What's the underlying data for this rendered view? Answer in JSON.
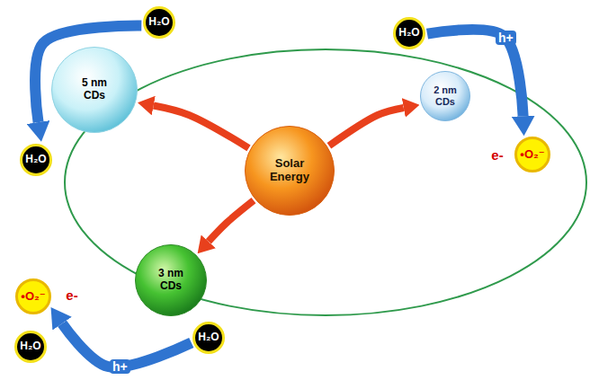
{
  "diagram": {
    "nodes": [
      {
        "text": [
          "H₂O"
        ]
      },
      {
        "text": [
          "H₂O"
        ]
      },
      {
        "text": [
          "5 nm CDs"
        ]
      },
      {
        "text": [
          "2 nm CDs"
        ]
      },
      {
        "text": [
          "H₂O"
        ]
      },
      {
        "text": [
          "•O₂⁻"
        ]
      },
      {
        "text": [
          "Solar Energy"
        ]
      },
      {
        "text": [
          "3 nm CDs"
        ]
      },
      {
        "text": [
          "•O₂⁻"
        ]
      },
      {
        "text": [
          "H₂O"
        ]
      },
      {
        "text": [
          "H₂O"
        ]
      }
    ],
    "edges": [
      {
        "from": 6,
        "to": 2,
        "arrow": "to"
      },
      {
        "from": 6,
        "to": 3,
        "arrow": "to"
      },
      {
        "from": 6,
        "to": 7,
        "arrow": "to"
      },
      {
        "from": 0,
        "to": 4,
        "arrow": "to"
      },
      {
        "from": 1,
        "to": 5,
        "label": "h+",
        "arrow": "to"
      },
      {
        "from": 10,
        "to": 8,
        "label": "h+",
        "arrow": "to"
      }
    ],
    "labels": [
      "e-",
      "e-"
    ]
  }
}
